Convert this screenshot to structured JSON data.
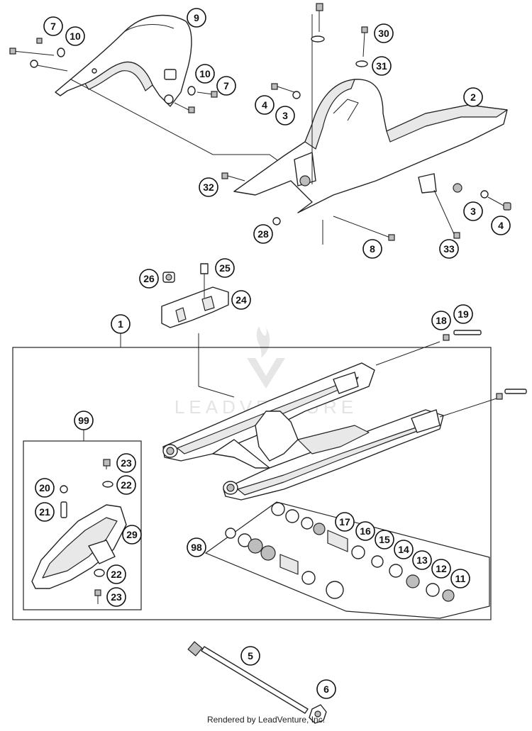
{
  "diagram": {
    "watermark_text": "LEADVENTURE",
    "footer_text": "Rendered by LeadVenture, Inc.",
    "callouts": [
      {
        "label": "7"
      },
      {
        "label": "10"
      },
      {
        "label": "9"
      },
      {
        "label": "10"
      },
      {
        "label": "7"
      },
      {
        "label": "30"
      },
      {
        "label": "31"
      },
      {
        "label": "2"
      },
      {
        "label": "4"
      },
      {
        "label": "3"
      },
      {
        "label": "32"
      },
      {
        "label": "3"
      },
      {
        "label": "4"
      },
      {
        "label": "28"
      },
      {
        "label": "8"
      },
      {
        "label": "33"
      },
      {
        "label": "26"
      },
      {
        "label": "25"
      },
      {
        "label": "24"
      },
      {
        "label": "1"
      },
      {
        "label": "18"
      },
      {
        "label": "19"
      },
      {
        "label": "99"
      },
      {
        "label": "23"
      },
      {
        "label": "20"
      },
      {
        "label": "22"
      },
      {
        "label": "21"
      },
      {
        "label": "29"
      },
      {
        "label": "22"
      },
      {
        "label": "23"
      },
      {
        "label": "98"
      },
      {
        "label": "17"
      },
      {
        "label": "16"
      },
      {
        "label": "15"
      },
      {
        "label": "14"
      },
      {
        "label": "13"
      },
      {
        "label": "12"
      },
      {
        "label": "11"
      },
      {
        "label": "5"
      },
      {
        "label": "6"
      }
    ]
  }
}
